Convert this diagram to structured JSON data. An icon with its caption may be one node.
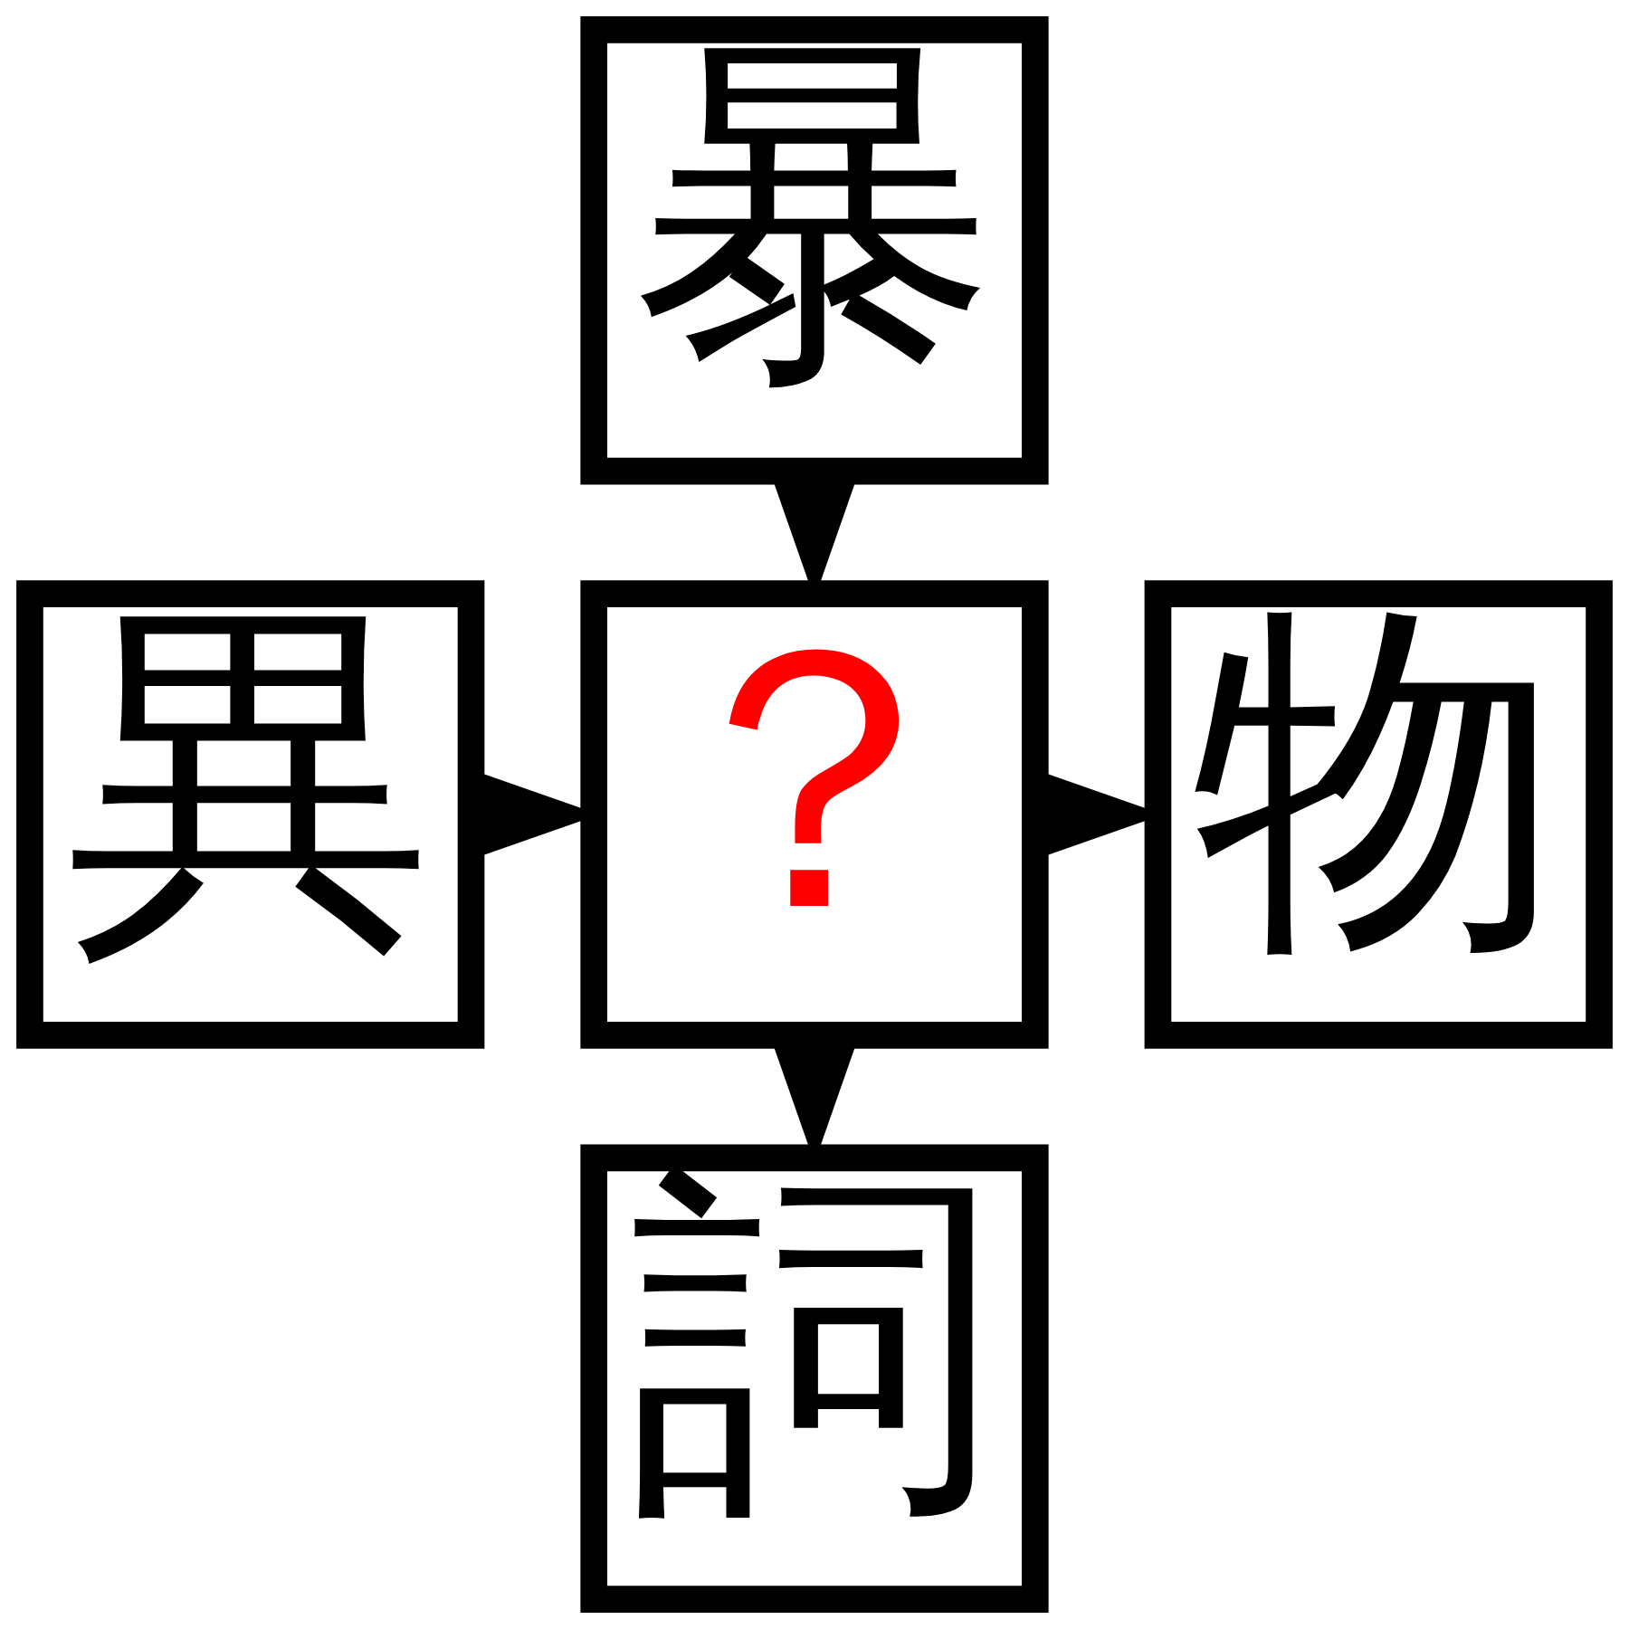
{
  "diagram": {
    "nodes": [
      {
        "text": [
          "暴"
        ]
      },
      {
        "text": [
          "異"
        ]
      },
      {
        "text": [
          "？"
        ]
      },
      {
        "text": [
          "物"
        ]
      },
      {
        "text": [
          "詞"
        ]
      }
    ],
    "edges": [
      {
        "from": 0,
        "to": 2,
        "arrow": "to"
      },
      {
        "from": 1,
        "to": 2,
        "arrow": "to"
      },
      {
        "from": 2,
        "to": 3,
        "arrow": "to"
      },
      {
        "from": 2,
        "to": 4,
        "arrow": "to"
      }
    ]
  }
}
